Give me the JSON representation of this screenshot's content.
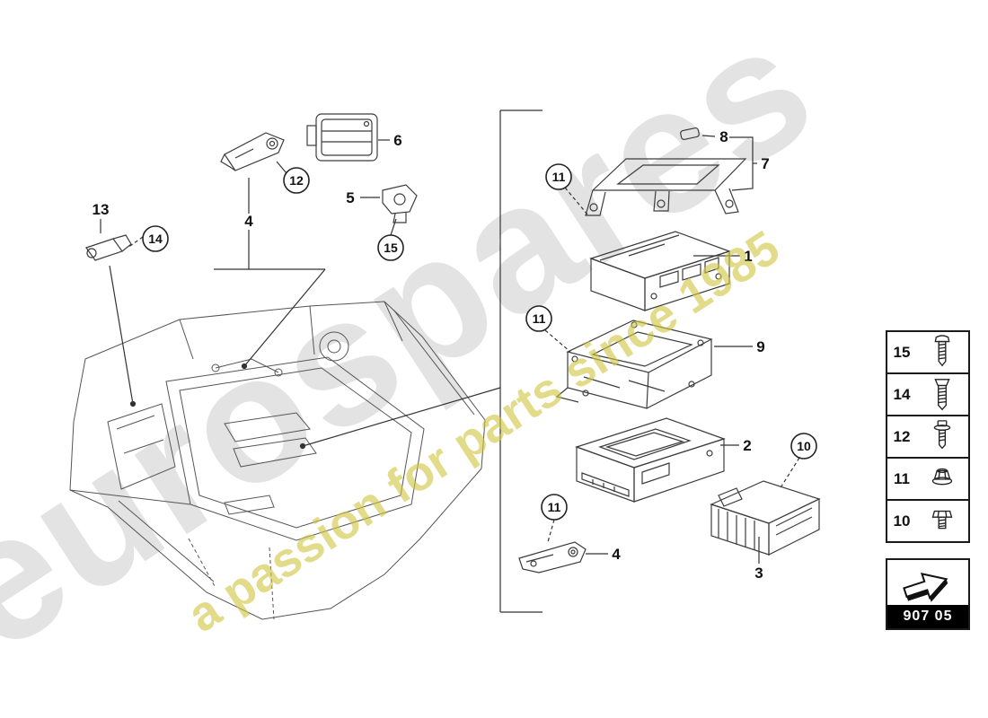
{
  "watermark": {
    "brand": "eurospares",
    "tagline": "a passion for parts since 1985"
  },
  "footer": {
    "code": "907 05"
  },
  "labels": {
    "l1": "1",
    "l2": "2",
    "l3": "3",
    "l4": "4",
    "l5": "5",
    "l6": "6",
    "l7": "7",
    "l8": "8",
    "l9": "9",
    "l13": "13",
    "c10": "10",
    "c11": "11",
    "c12": "12",
    "c14": "14",
    "c15": "15"
  },
  "legend": {
    "rows": [
      {
        "label": "15",
        "icon": "pan-head-screw-icon"
      },
      {
        "label": "14",
        "icon": "torx-screw-icon"
      },
      {
        "label": "12",
        "icon": "collar-screw-icon"
      },
      {
        "label": "11",
        "icon": "flange-nut-icon"
      },
      {
        "label": "10",
        "icon": "hex-bolt-icon"
      }
    ]
  }
}
